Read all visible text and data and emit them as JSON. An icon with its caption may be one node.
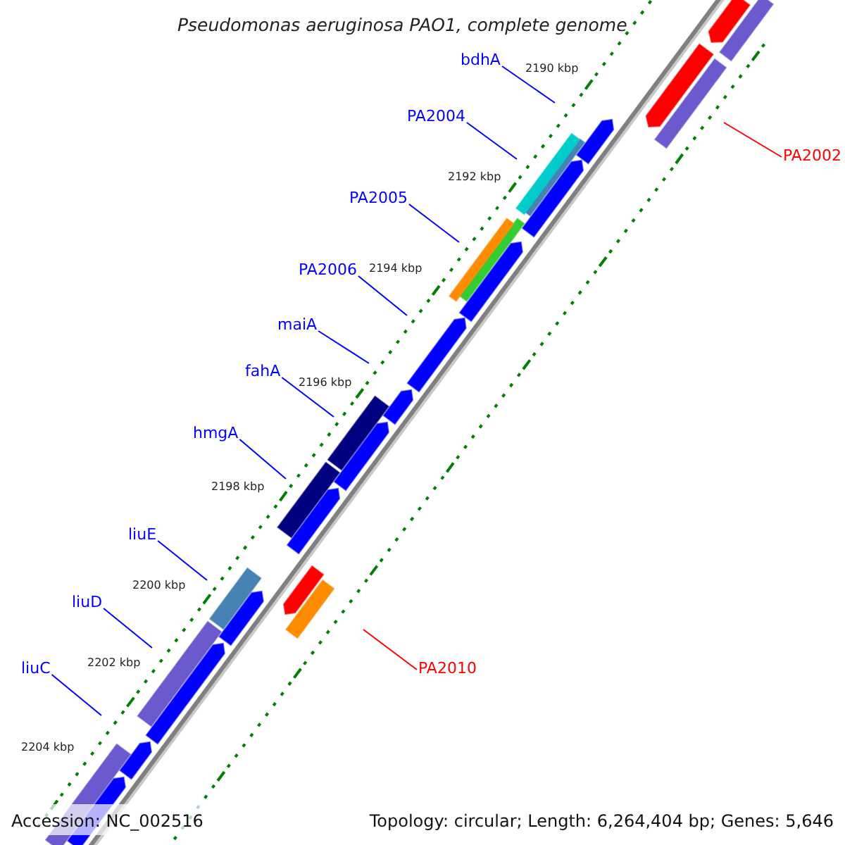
{
  "diagram": {
    "title": "Pseudomonas aeruginosa PAO1, complete genome",
    "nodes": [
      {
        "text": [
          "bdhA"
        ]
      },
      {
        "text": [
          "PA2004"
        ]
      },
      {
        "text": [
          "PA2005"
        ]
      },
      {
        "text": [
          "PA2006"
        ]
      },
      {
        "text": [
          "maiA"
        ]
      },
      {
        "text": [
          "fahA"
        ]
      },
      {
        "text": [
          "hmgA"
        ]
      },
      {
        "text": [
          "liuE"
        ]
      },
      {
        "text": [
          "liuD"
        ]
      },
      {
        "text": [
          "liuC"
        ]
      },
      {
        "text": [
          "PA2002"
        ]
      },
      {
        "text": [
          "PA2010"
        ]
      }
    ],
    "edges": [
      {
        "from": 0,
        "to": null,
        "arrow": "none"
      },
      {
        "from": 1,
        "to": null,
        "arrow": "none"
      },
      {
        "from": 2,
        "to": null,
        "arrow": "none"
      },
      {
        "from": 3,
        "to": null,
        "arrow": "none"
      },
      {
        "from": 4,
        "to": null,
        "arrow": "none"
      },
      {
        "from": 5,
        "to": null,
        "arrow": "none"
      },
      {
        "from": 6,
        "to": null,
        "arrow": "none"
      },
      {
        "from": 7,
        "to": null,
        "arrow": "none"
      },
      {
        "from": 8,
        "to": null,
        "arrow": "none"
      },
      {
        "from": 9,
        "to": null,
        "arrow": "none"
      },
      {
        "from": 10,
        "to": null,
        "arrow": "none",
        "color": "#ff0000"
      },
      {
        "from": 11,
        "to": null,
        "arrow": "none",
        "color": "#ff0000"
      }
    ],
    "labels": [
      "2190 kbp",
      "2192 kbp",
      "2194 kbp",
      "2196 kbp",
      "2198 kbp",
      "2200 kbp",
      "2202 kbp",
      "2204 kbp",
      "Accession: NC_002516",
      "Topology: circular; Length: 6,264,404 bp; Genes: 5,646"
    ]
  }
}
